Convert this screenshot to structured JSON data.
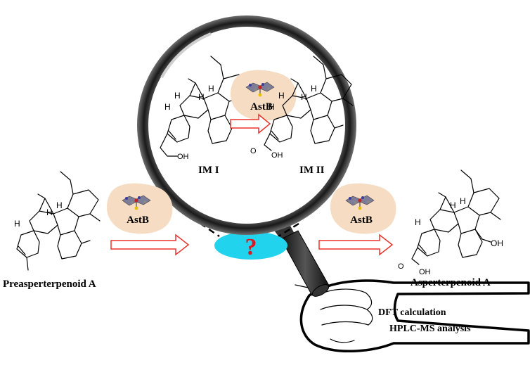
{
  "labels": {
    "precursor": "Preasperterpenoid A",
    "product": "Asperterpenoid A",
    "intermediate1": "IM I",
    "intermediate2": "IM II",
    "method1": "DFT calculation",
    "method2": "HPLC-MS analysis",
    "unknown": "?"
  },
  "enzyme": {
    "name": "AstB",
    "count": 3
  },
  "atoms": {
    "h": "H",
    "oh": "OH",
    "o": "O"
  },
  "colors": {
    "enzyme_blob": "#f6dcc3",
    "arrow_red": "#e8332a",
    "question_ellipse": "#22d3ee",
    "question_mark": "#d91a1a",
    "lens_frame": "#2b2b2b"
  },
  "icons": [
    "magnifying-glass-icon",
    "fist-icon",
    "heme-cofactor-icon"
  ]
}
